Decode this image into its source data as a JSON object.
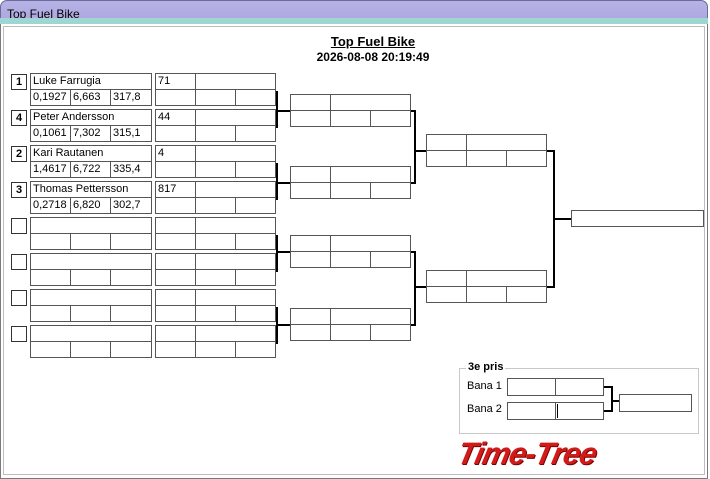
{
  "window": {
    "title": "Top Fuel Bike"
  },
  "header": {
    "title": "Top Fuel Bike",
    "datetime": "2026-08-08 20:19:49"
  },
  "round1": [
    {
      "seed": "1",
      "name": "Luke Farrugia",
      "rt": "0,1927",
      "et": "6,663",
      "speed": "317,8",
      "ref": "71"
    },
    {
      "seed": "4",
      "name": "Peter Andersson",
      "rt": "0,1061",
      "et": "7,302",
      "speed": "315,1",
      "ref": "44"
    },
    {
      "seed": "2",
      "name": "Kari Rautanen",
      "rt": "1,4617",
      "et": "6,722",
      "speed": "335,4",
      "ref": "4"
    },
    {
      "seed": "3",
      "name": "Thomas Pettersson",
      "rt": "0,2718",
      "et": "6,820",
      "speed": "302,7",
      "ref": "817"
    },
    {
      "seed": "",
      "name": "",
      "rt": "",
      "et": "",
      "speed": "",
      "ref": ""
    },
    {
      "seed": "",
      "name": "",
      "rt": "",
      "et": "",
      "speed": "",
      "ref": ""
    },
    {
      "seed": "",
      "name": "",
      "rt": "",
      "et": "",
      "speed": "",
      "ref": ""
    },
    {
      "seed": "",
      "name": "",
      "rt": "",
      "et": "",
      "speed": "",
      "ref": ""
    }
  ],
  "third_place": {
    "legend": "3e pris",
    "lane1_label": "Bana 1",
    "lane2_label": "Bana 2"
  },
  "logo": {
    "text": "Time-Tree",
    "color": "#d11b1b"
  }
}
